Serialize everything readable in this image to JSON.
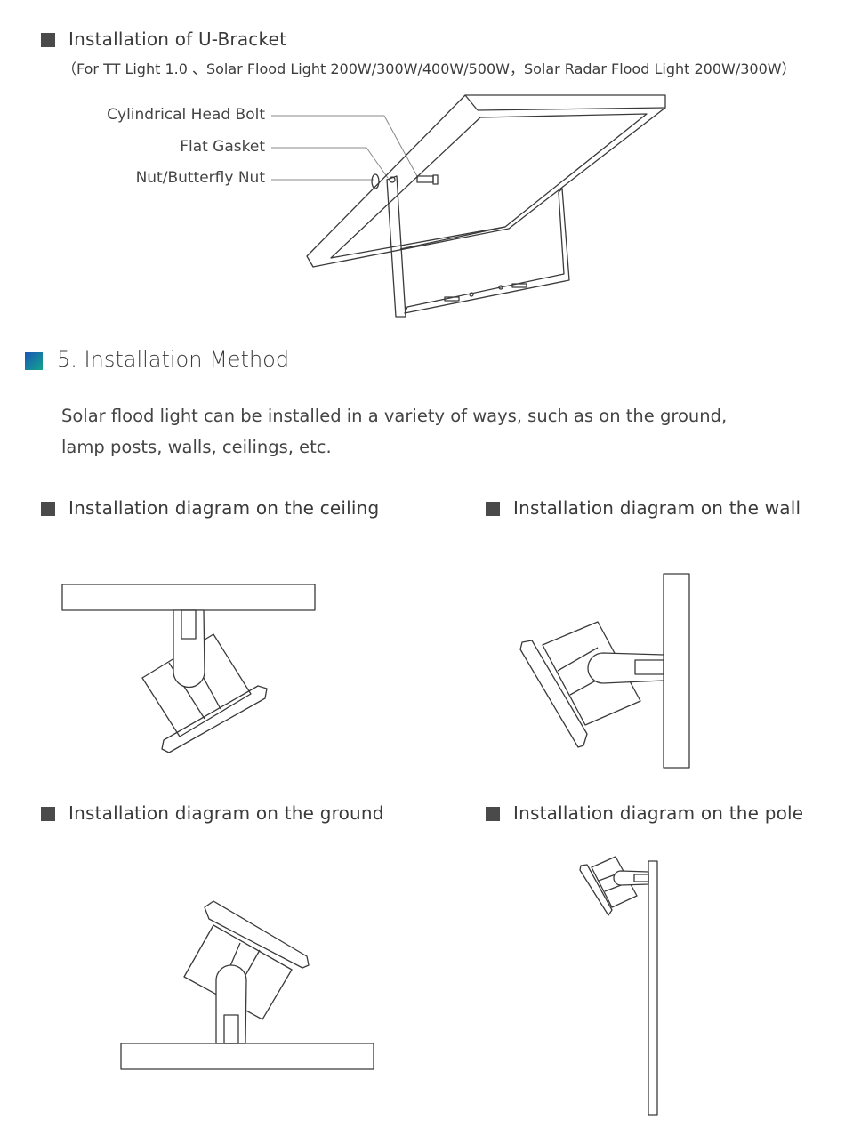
{
  "bracket_section": {
    "title": "Installation of U-Bracket",
    "applies_to": "（For TT Light 1.0 、Solar Flood Light 200W/300W/400W/500W，Solar Radar Flood Light 200W/300W）",
    "parts": [
      "Cylindrical Head Bolt",
      "Flat Gasket",
      "Nut/Butterfly Nut"
    ]
  },
  "method_section": {
    "title": "5. Installation Method",
    "description_lines": [
      "Solar flood light can be installed in a variety of ways, such as on the ground,",
      "lamp posts, walls, ceilings, etc."
    ],
    "diagrams": [
      {
        "title": "Installation diagram on the ceiling"
      },
      {
        "title": "Installation diagram on the wall"
      },
      {
        "title": "Installation diagram on the ground"
      },
      {
        "title": "Installation diagram on the pole"
      }
    ]
  }
}
